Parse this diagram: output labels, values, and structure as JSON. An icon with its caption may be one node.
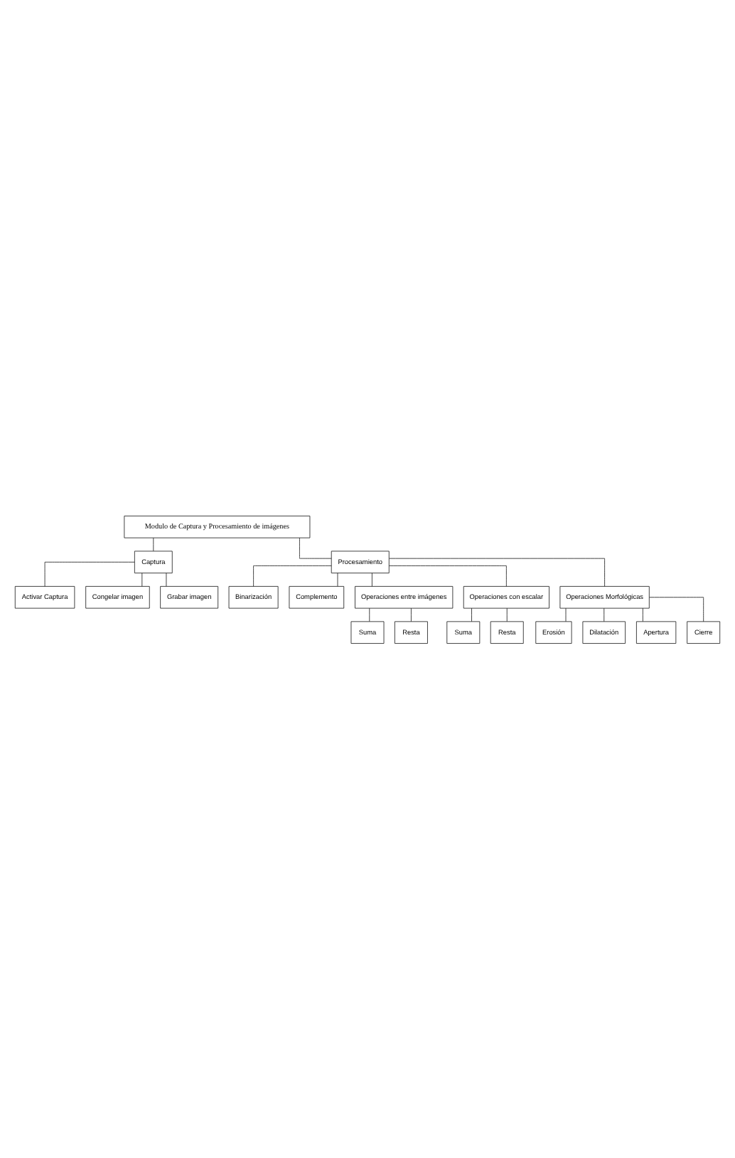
{
  "diagram": {
    "nodes": [
      {
        "text": [
          "Modulo de Captura y Procesamiento de imágenes"
        ]
      },
      {
        "text": [
          "Captura"
        ]
      },
      {
        "text": [
          "Procesamiento"
        ]
      },
      {
        "text": [
          "Activar Captura"
        ]
      },
      {
        "text": [
          "Congelar imagen"
        ]
      },
      {
        "text": [
          "Grabar imagen"
        ]
      },
      {
        "text": [
          "Binarización"
        ]
      },
      {
        "text": [
          "Complemento"
        ]
      },
      {
        "text": [
          "Operaciones entre imágenes"
        ]
      },
      {
        "text": [
          "Suma"
        ]
      },
      {
        "text": [
          "Resta"
        ]
      },
      {
        "text": [
          "Operaciones con escalar"
        ]
      },
      {
        "text": [
          "Suma"
        ]
      },
      {
        "text": [
          "Resta"
        ]
      },
      {
        "text": [
          "Operaciones Morfológicas"
        ]
      },
      {
        "text": [
          "Erosión"
        ]
      },
      {
        "text": [
          "Dilatación"
        ]
      },
      {
        "text": [
          "Apertura"
        ]
      },
      {
        "text": [
          "Cierre"
        ]
      }
    ],
    "edges": [
      {
        "from": 0,
        "to": 1,
        "arrow": "none"
      },
      {
        "from": 0,
        "to": 2,
        "arrow": "none"
      },
      {
        "from": 1,
        "to": 3,
        "arrow": "none"
      },
      {
        "from": 1,
        "to": 4,
        "arrow": "none"
      },
      {
        "from": 1,
        "to": 5,
        "arrow": "none"
      },
      {
        "from": 2,
        "to": 6,
        "arrow": "none"
      },
      {
        "from": 2,
        "to": 7,
        "arrow": "none"
      },
      {
        "from": 2,
        "to": 8,
        "arrow": "none"
      },
      {
        "from": 8,
        "to": 9,
        "arrow": "none"
      },
      {
        "from": 8,
        "to": 10,
        "arrow": "none"
      },
      {
        "from": 2,
        "to": 11,
        "arrow": "none"
      },
      {
        "from": 11,
        "to": 12,
        "arrow": "none"
      },
      {
        "from": 11,
        "to": 13,
        "arrow": "none"
      },
      {
        "from": 2,
        "to": 14,
        "arrow": "none"
      },
      {
        "from": 14,
        "to": 15,
        "arrow": "none"
      },
      {
        "from": 14,
        "to": 16,
        "arrow": "none"
      },
      {
        "from": 14,
        "to": 17,
        "arrow": "none"
      },
      {
        "from": 14,
        "to": 18,
        "arrow": "none"
      }
    ]
  }
}
